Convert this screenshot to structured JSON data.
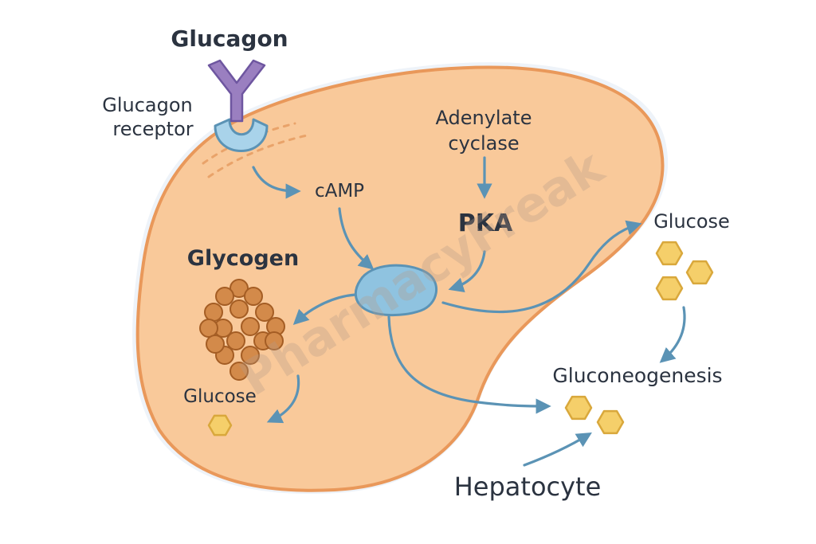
{
  "labels": {
    "glucagon": "Glucagon",
    "receptor_line1": "Glucagon",
    "receptor_line2": "receptor",
    "camp": "cAMP",
    "adenylate_line1": "Adenylate",
    "adenylate_line2": "cyclase",
    "pka": "PKA",
    "glycogen": "Glycogen",
    "glucose_inside": "Glucose",
    "glucose_outside": "Glucose",
    "gluconeogenesis": "Gluconeogenesis",
    "hepatocyte": "Hepatocyte"
  },
  "watermark": "PharmacyFreak",
  "colors": {
    "cell_fill": "#f9c99a",
    "cell_stroke": "#e9985a",
    "arrow": "#5b93b5",
    "receptor_blue": "#a9d3ea",
    "glucagon_purple": "#9a7fc0",
    "hexagon_fill": "#f5cf6a",
    "hexagon_stroke": "#d9a83c",
    "glycogen_fill": "#d38a4a",
    "glycogen_stroke": "#a45d24",
    "organelle_fill": "#8fc3e0"
  }
}
